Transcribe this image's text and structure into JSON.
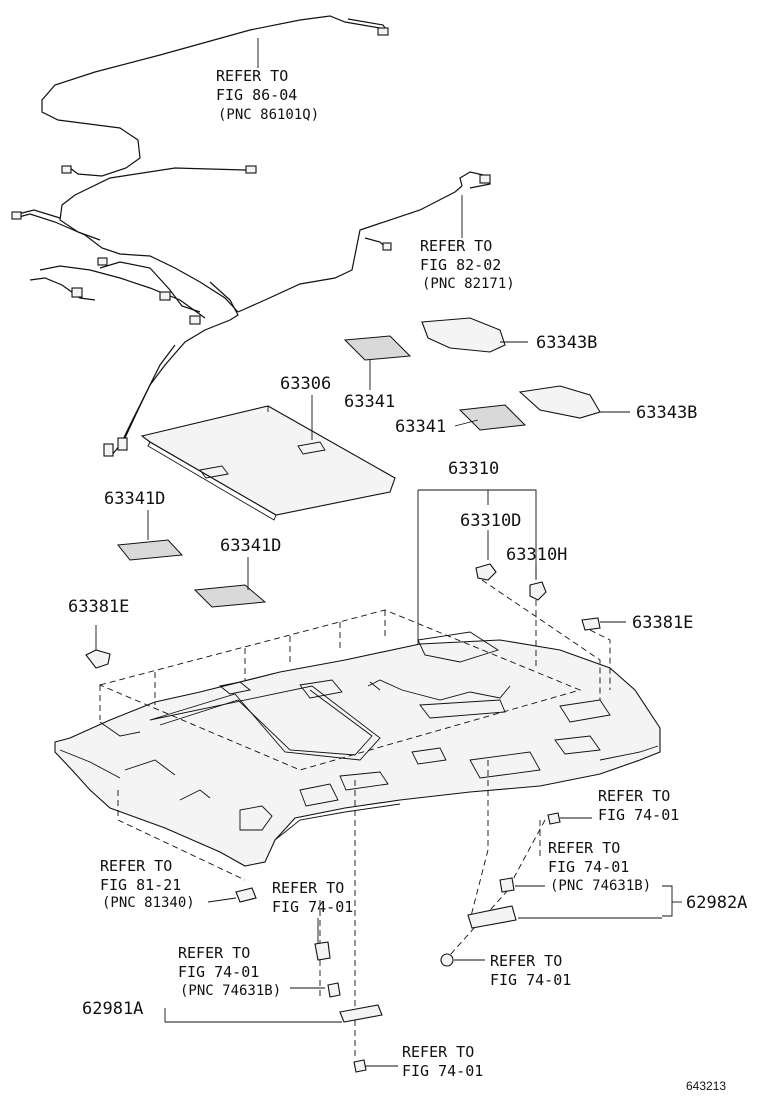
{
  "callouts": [
    {
      "key": "wire86",
      "lines": [
        "REFER TO",
        "FIG 86-04",
        "(PNC 86101Q)"
      ]
    },
    {
      "key": "wire82",
      "lines": [
        "REFER TO",
        "FIG 82-02",
        "(PNC 82171)"
      ]
    },
    {
      "key": "lamp81",
      "lines": [
        "REFER TO",
        "FIG 81-21",
        "(PNC 81340)"
      ]
    },
    {
      "key": "clipR1",
      "lines": [
        "REFER TO",
        "FIG 74-01"
      ]
    },
    {
      "key": "clipR2",
      "lines": [
        "REFER TO",
        "FIG 74-01",
        "(PNC 74631B)"
      ]
    },
    {
      "key": "clipR3",
      "lines": [
        "REFER TO",
        "FIG 74-01"
      ]
    },
    {
      "key": "clipL1",
      "lines": [
        "REFER TO",
        "FIG 74-01"
      ]
    },
    {
      "key": "clipL2",
      "lines": [
        "REFER TO",
        "FIG 74-01",
        "(PNC 74631B)"
      ]
    },
    {
      "key": "clipL3",
      "lines": [
        "REFER TO",
        "FIG 74-01"
      ]
    }
  ],
  "part_numbers": [
    "63343B",
    "63306",
    "63341",
    "63341",
    "63343B",
    "63310",
    "63310D",
    "63310H",
    "63341D",
    "63341D",
    "63381E",
    "63381E",
    "62982A",
    "62981A"
  ],
  "figure_id": "643213"
}
